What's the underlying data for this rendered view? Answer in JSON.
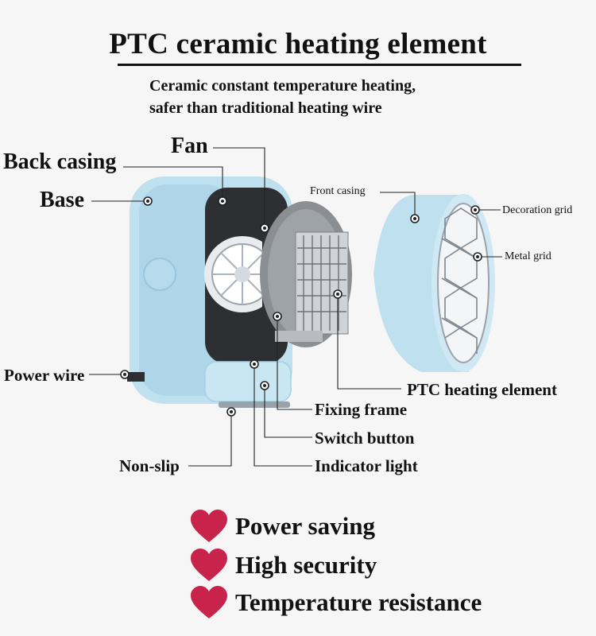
{
  "title": "PTC ceramic heating element",
  "subtitle": [
    "Ceramic constant temperature heating,",
    "safer than traditional heating wire"
  ],
  "labels": {
    "back_casing": "Back casing",
    "fan": "Fan",
    "base": "Base",
    "front_casing": "Front casing",
    "decoration_grid": "Decoration grid",
    "metal_grid": "Metal grid",
    "power_wire": "Power wire",
    "ptc_heating_element": "PTC heating element",
    "fixing_frame": "Fixing frame",
    "switch_button": "Switch button",
    "non_slip": "Non-slip",
    "indicator_light": "Indicator light"
  },
  "features": [
    "Power saving",
    "High security",
    "Temperature resistance"
  ],
  "colors": {
    "casing": "#bfe0ef",
    "heart": "#c8234a",
    "background": "#f7f6f6"
  },
  "icons": [
    "heart-icon"
  ]
}
